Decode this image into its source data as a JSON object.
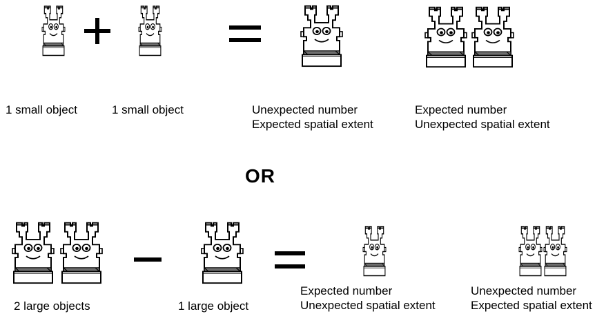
{
  "figure": {
    "operator_word": "OR",
    "top_row": {
      "operand_1": "1 small object",
      "operand_2": "1 small object",
      "outcome_1": {
        "line_1": "Unexpected number",
        "line_2": "Expected spatial extent"
      },
      "outcome_2": {
        "line_1": "Expected number",
        "line_2": "Unexpected spatial extent"
      }
    },
    "bottom_row": {
      "operand_1": "2 large objects",
      "operand_2": "1 large object",
      "outcome_1": {
        "line_1": "Expected number",
        "line_2": "Unexpected spatial extent"
      },
      "outcome_2": {
        "line_1": "Unexpected number",
        "line_2": "Expected spatial extent"
      }
    },
    "operators": [
      "+",
      "=",
      "−",
      "="
    ],
    "object_icon": "castle-tower-face-icon",
    "colors": {
      "ink": "#000000",
      "background": "#ffffff",
      "base_stripe": "#6e6e6e"
    }
  }
}
